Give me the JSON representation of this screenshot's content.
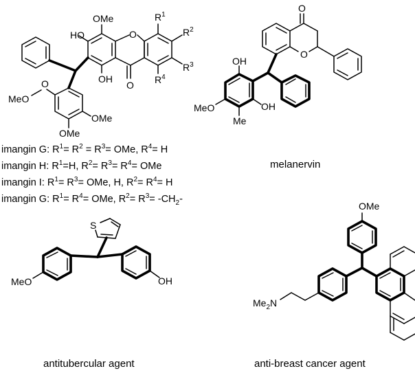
{
  "imangin": {
    "atoms": {
      "ome_top": "OMe",
      "oh_top": "HO",
      "o_ring": "O",
      "r1": "R",
      "r1_sup": "1",
      "r2": "R",
      "r2_sup": "2",
      "r3": "R",
      "r3_sup": "3",
      "r4": "R",
      "r4_sup": "4",
      "oh_bottom": "OH",
      "o_carbonyl": "O",
      "meo": "MeO",
      "ome_right": "OMe",
      "ome_bottom": "OMe"
    },
    "legend": [
      {
        "name": "imangin G:",
        "r1": "1",
        "t1": "= R",
        "r2": "2",
        "t2": " = R",
        "r3": "3",
        "t3": "= OMe, R",
        "r4": "4",
        "t4": "= H"
      },
      {
        "name": "imangin H:",
        "r1": "1",
        "t1": "=H, R",
        "r2": "2",
        "t2": "= R",
        "r3": "3",
        "t3": "= R",
        "r4": "4",
        "t4": "= OMe"
      },
      {
        "name": "imangin I:",
        "r1": "1",
        "t1": "= R",
        "r2": "3",
        "t2": "= OMe, H, R",
        "r3": "2",
        "t3": "= R",
        "r4": "4",
        "t4": "= H"
      },
      {
        "name": "imangin G:",
        "r1": "1",
        "t1": "= R",
        "r2": "4",
        "t2": "= OMe, R",
        "r3": "2",
        "t3": "= R",
        "r4": "3",
        "t4": "= -CH",
        "ch_sub": "2",
        "ch_end": "-"
      }
    ]
  },
  "melanervin": {
    "caption": "melanervin",
    "atoms": {
      "o_ketone": "O",
      "o_ring": "O",
      "oh_top": "OH",
      "oh_bottom": "OH",
      "meo": "MeO",
      "me": "Me"
    }
  },
  "antitubercular": {
    "caption": "antitubercular agent",
    "atoms": {
      "s": "S",
      "meo": "MeO",
      "oh": "OH"
    }
  },
  "antibreast": {
    "caption": "anti-breast cancer agent",
    "atoms": {
      "ome": "OMe",
      "me2n_main": "Me",
      "me2n_sub": "2",
      "me2n_n": "N"
    }
  }
}
